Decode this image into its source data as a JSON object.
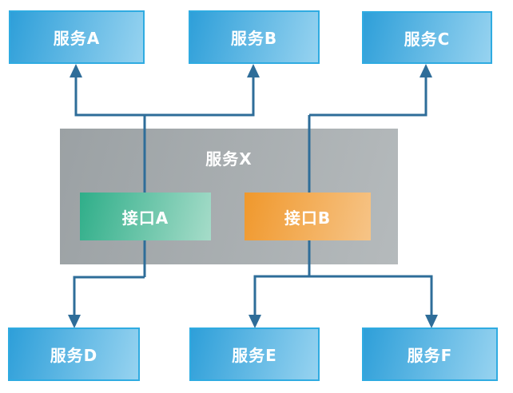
{
  "diagram": {
    "center": {
      "label": "服务X",
      "interfaces": [
        {
          "id": "interface-a",
          "label": "接口A"
        },
        {
          "id": "interface-b",
          "label": "接口B"
        }
      ]
    },
    "top_services": [
      {
        "id": "service-a",
        "label": "服务A"
      },
      {
        "id": "service-b",
        "label": "服务B"
      },
      {
        "id": "service-c",
        "label": "服务C"
      }
    ],
    "bottom_services": [
      {
        "id": "service-d",
        "label": "服务D"
      },
      {
        "id": "service-e",
        "label": "服务E"
      },
      {
        "id": "service-f",
        "label": "服务F"
      }
    ],
    "connections": [
      {
        "from": "接口A",
        "to": "服务A",
        "direction": "up"
      },
      {
        "from": "接口A",
        "to": "服务B",
        "direction": "up"
      },
      {
        "from": "接口B",
        "to": "服务C",
        "direction": "up"
      },
      {
        "from": "接口A",
        "to": "服务D",
        "direction": "down"
      },
      {
        "from": "接口B",
        "to": "服务E",
        "direction": "down"
      },
      {
        "from": "接口B",
        "to": "服务F",
        "direction": "down"
      }
    ],
    "colors": {
      "service_gradient_start": "#2E9FD9",
      "service_gradient_end": "#97D3F0",
      "service_border": "#2FABE1",
      "container_gradient_start": "#9BA1A4",
      "container_gradient_end": "#B5BABC",
      "interface_a_gradient_start": "#2FAE89",
      "interface_a_gradient_end": "#A6DCC9",
      "interface_b_gradient_start": "#F0982C",
      "interface_b_gradient_end": "#F6C487",
      "connector": "#2E6D99",
      "label_text": "#FFFFFF"
    }
  }
}
